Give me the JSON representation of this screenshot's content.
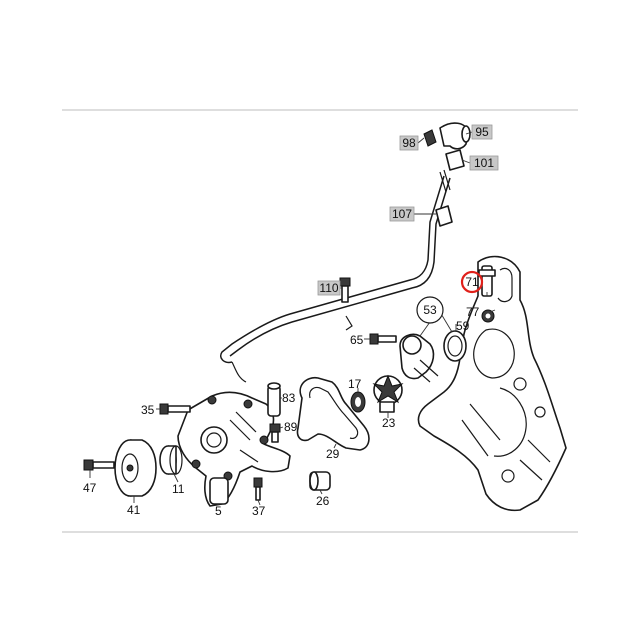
{
  "callouts": {
    "c98": "98",
    "c95": "95",
    "c101": "101",
    "c107": "107",
    "c110": "110",
    "c71": "71",
    "c77": "77",
    "c53": "53",
    "c59": "59",
    "c65": "65",
    "c83": "83",
    "c89": "89",
    "c17": "17",
    "c23": "23",
    "c29": "29",
    "c35": "35",
    "c47": "47",
    "c41": "41",
    "c11": "11",
    "c5": "5",
    "c37": "37",
    "c26": "26"
  },
  "highlight": {
    "color": "#e0201a",
    "target": "71"
  }
}
